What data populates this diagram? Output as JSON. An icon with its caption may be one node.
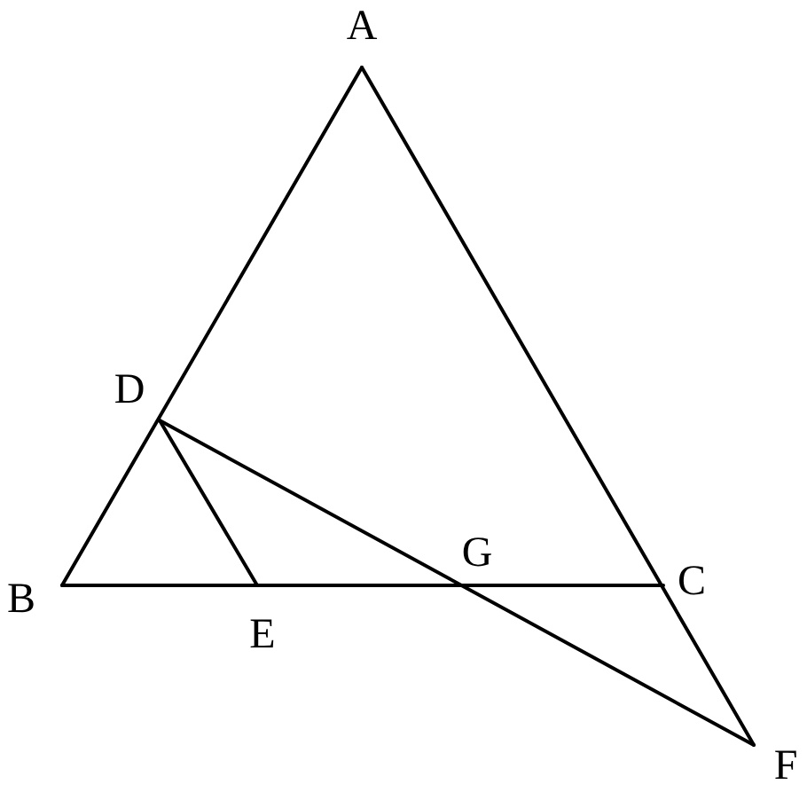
{
  "diagram": {
    "labels": [
      "A",
      "D",
      "G",
      "C",
      "B",
      "E",
      "F"
    ]
  }
}
